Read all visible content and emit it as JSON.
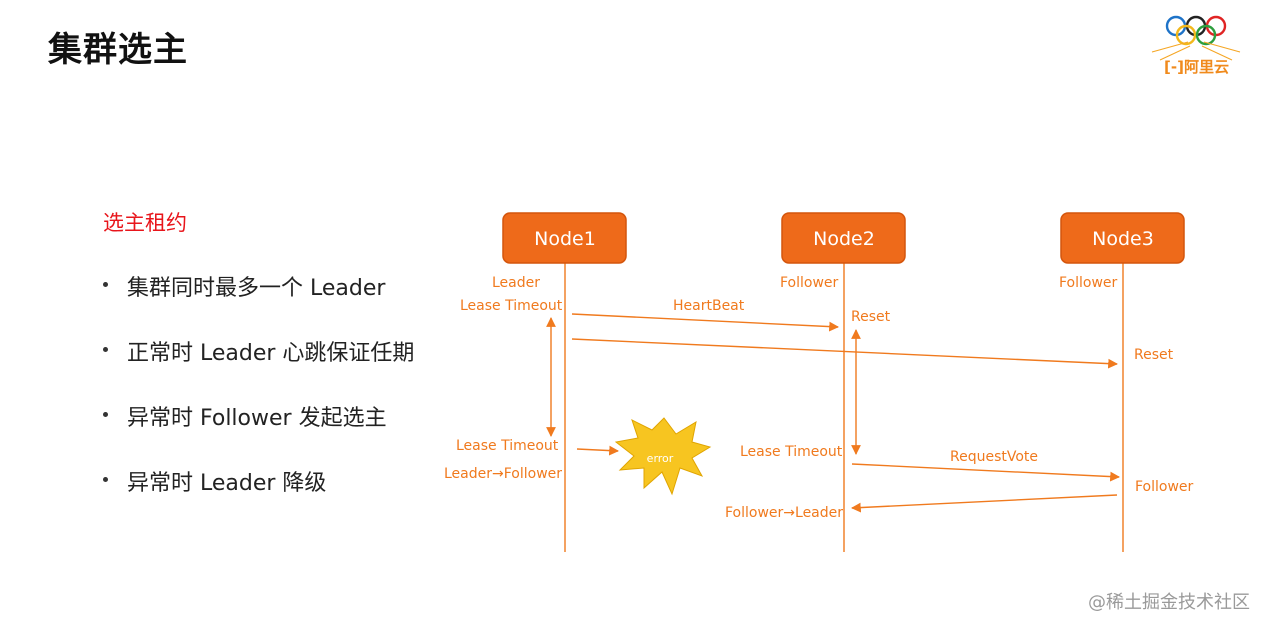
{
  "title": "集群选主",
  "logo": {
    "brand": "阿里云",
    "glyph": "[-]"
  },
  "section_heading": "选主租约",
  "bullets": [
    "集群同时最多一个 Leader",
    "正常时 Leader 心跳保证任期",
    "异常时 Follower 发起选主",
    "异常时 Leader 降级"
  ],
  "diagram": {
    "nodes": [
      "Node1",
      "Node2",
      "Node3"
    ],
    "labels": {
      "n1_role": "Leader",
      "n1_lease": "Lease Timeout",
      "n2_role": "Follower",
      "n3_role": "Follower",
      "heartbeat": "HeartBeat",
      "reset1": "Reset",
      "reset2": "Reset",
      "n1_lease_timeout": "Lease Timeout",
      "n1_transition": "Leader→Follower",
      "error": "error",
      "n2_lease_timeout": "Lease Timeout",
      "request_vote": "RequestVote",
      "n3_follower": "Follower",
      "n2_transition": "Follower→Leader"
    }
  },
  "watermark": "@稀土掘金技术社区",
  "colors": {
    "accent": "#f07a1e",
    "node_fill": "#ee6a1a",
    "error": "#f7c520",
    "heading": "#e8151b"
  }
}
